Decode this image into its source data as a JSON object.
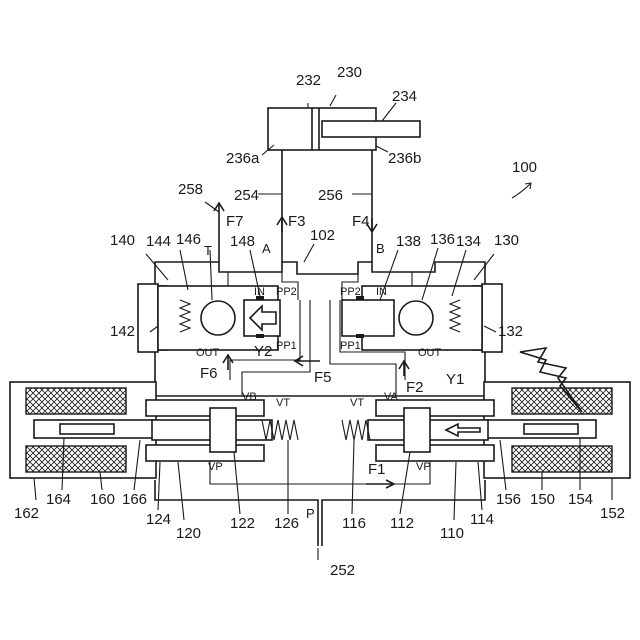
{
  "refs": {
    "r100": "100",
    "r102": "102",
    "r110": "110",
    "r112": "112",
    "r114": "114",
    "r116": "116",
    "r120": "120",
    "r122": "122",
    "r124": "124",
    "r126": "126",
    "r130": "130",
    "r132": "132",
    "r134": "134",
    "r136": "136",
    "r138": "138",
    "r140": "140",
    "r142": "142",
    "r144": "144",
    "r146": "146",
    "r148": "148",
    "r150": "150",
    "r152": "152",
    "r154": "154",
    "r156": "156",
    "r160": "160",
    "r162": "162",
    "r164": "164",
    "r166": "166",
    "r230": "230",
    "r232": "232",
    "r234": "234",
    "r236a": "236a",
    "r236b": "236b",
    "r252": "252",
    "r254": "254",
    "r256": "256",
    "r258": "258"
  },
  "ports": {
    "T": "T",
    "A": "A",
    "B": "B",
    "P": "P"
  },
  "flows": {
    "F1": "F1",
    "F2": "F2",
    "F3": "F3",
    "F4": "F4",
    "F5": "F5",
    "F6": "F6",
    "F7": "F7"
  },
  "tags": {
    "in_left": "IN",
    "pp2_left": "PP2",
    "pp1_left": "PP1",
    "out_left": "OUT",
    "in_right": "IN",
    "pp2_right": "PP2",
    "pp1_right": "PP1",
    "out_right": "OUT",
    "vb": "VB",
    "vt_left": "VT",
    "vp_left": "VP",
    "va": "VA",
    "vt_right": "VT",
    "vp_right": "VP",
    "y1": "Y1",
    "y2": "Y2"
  }
}
